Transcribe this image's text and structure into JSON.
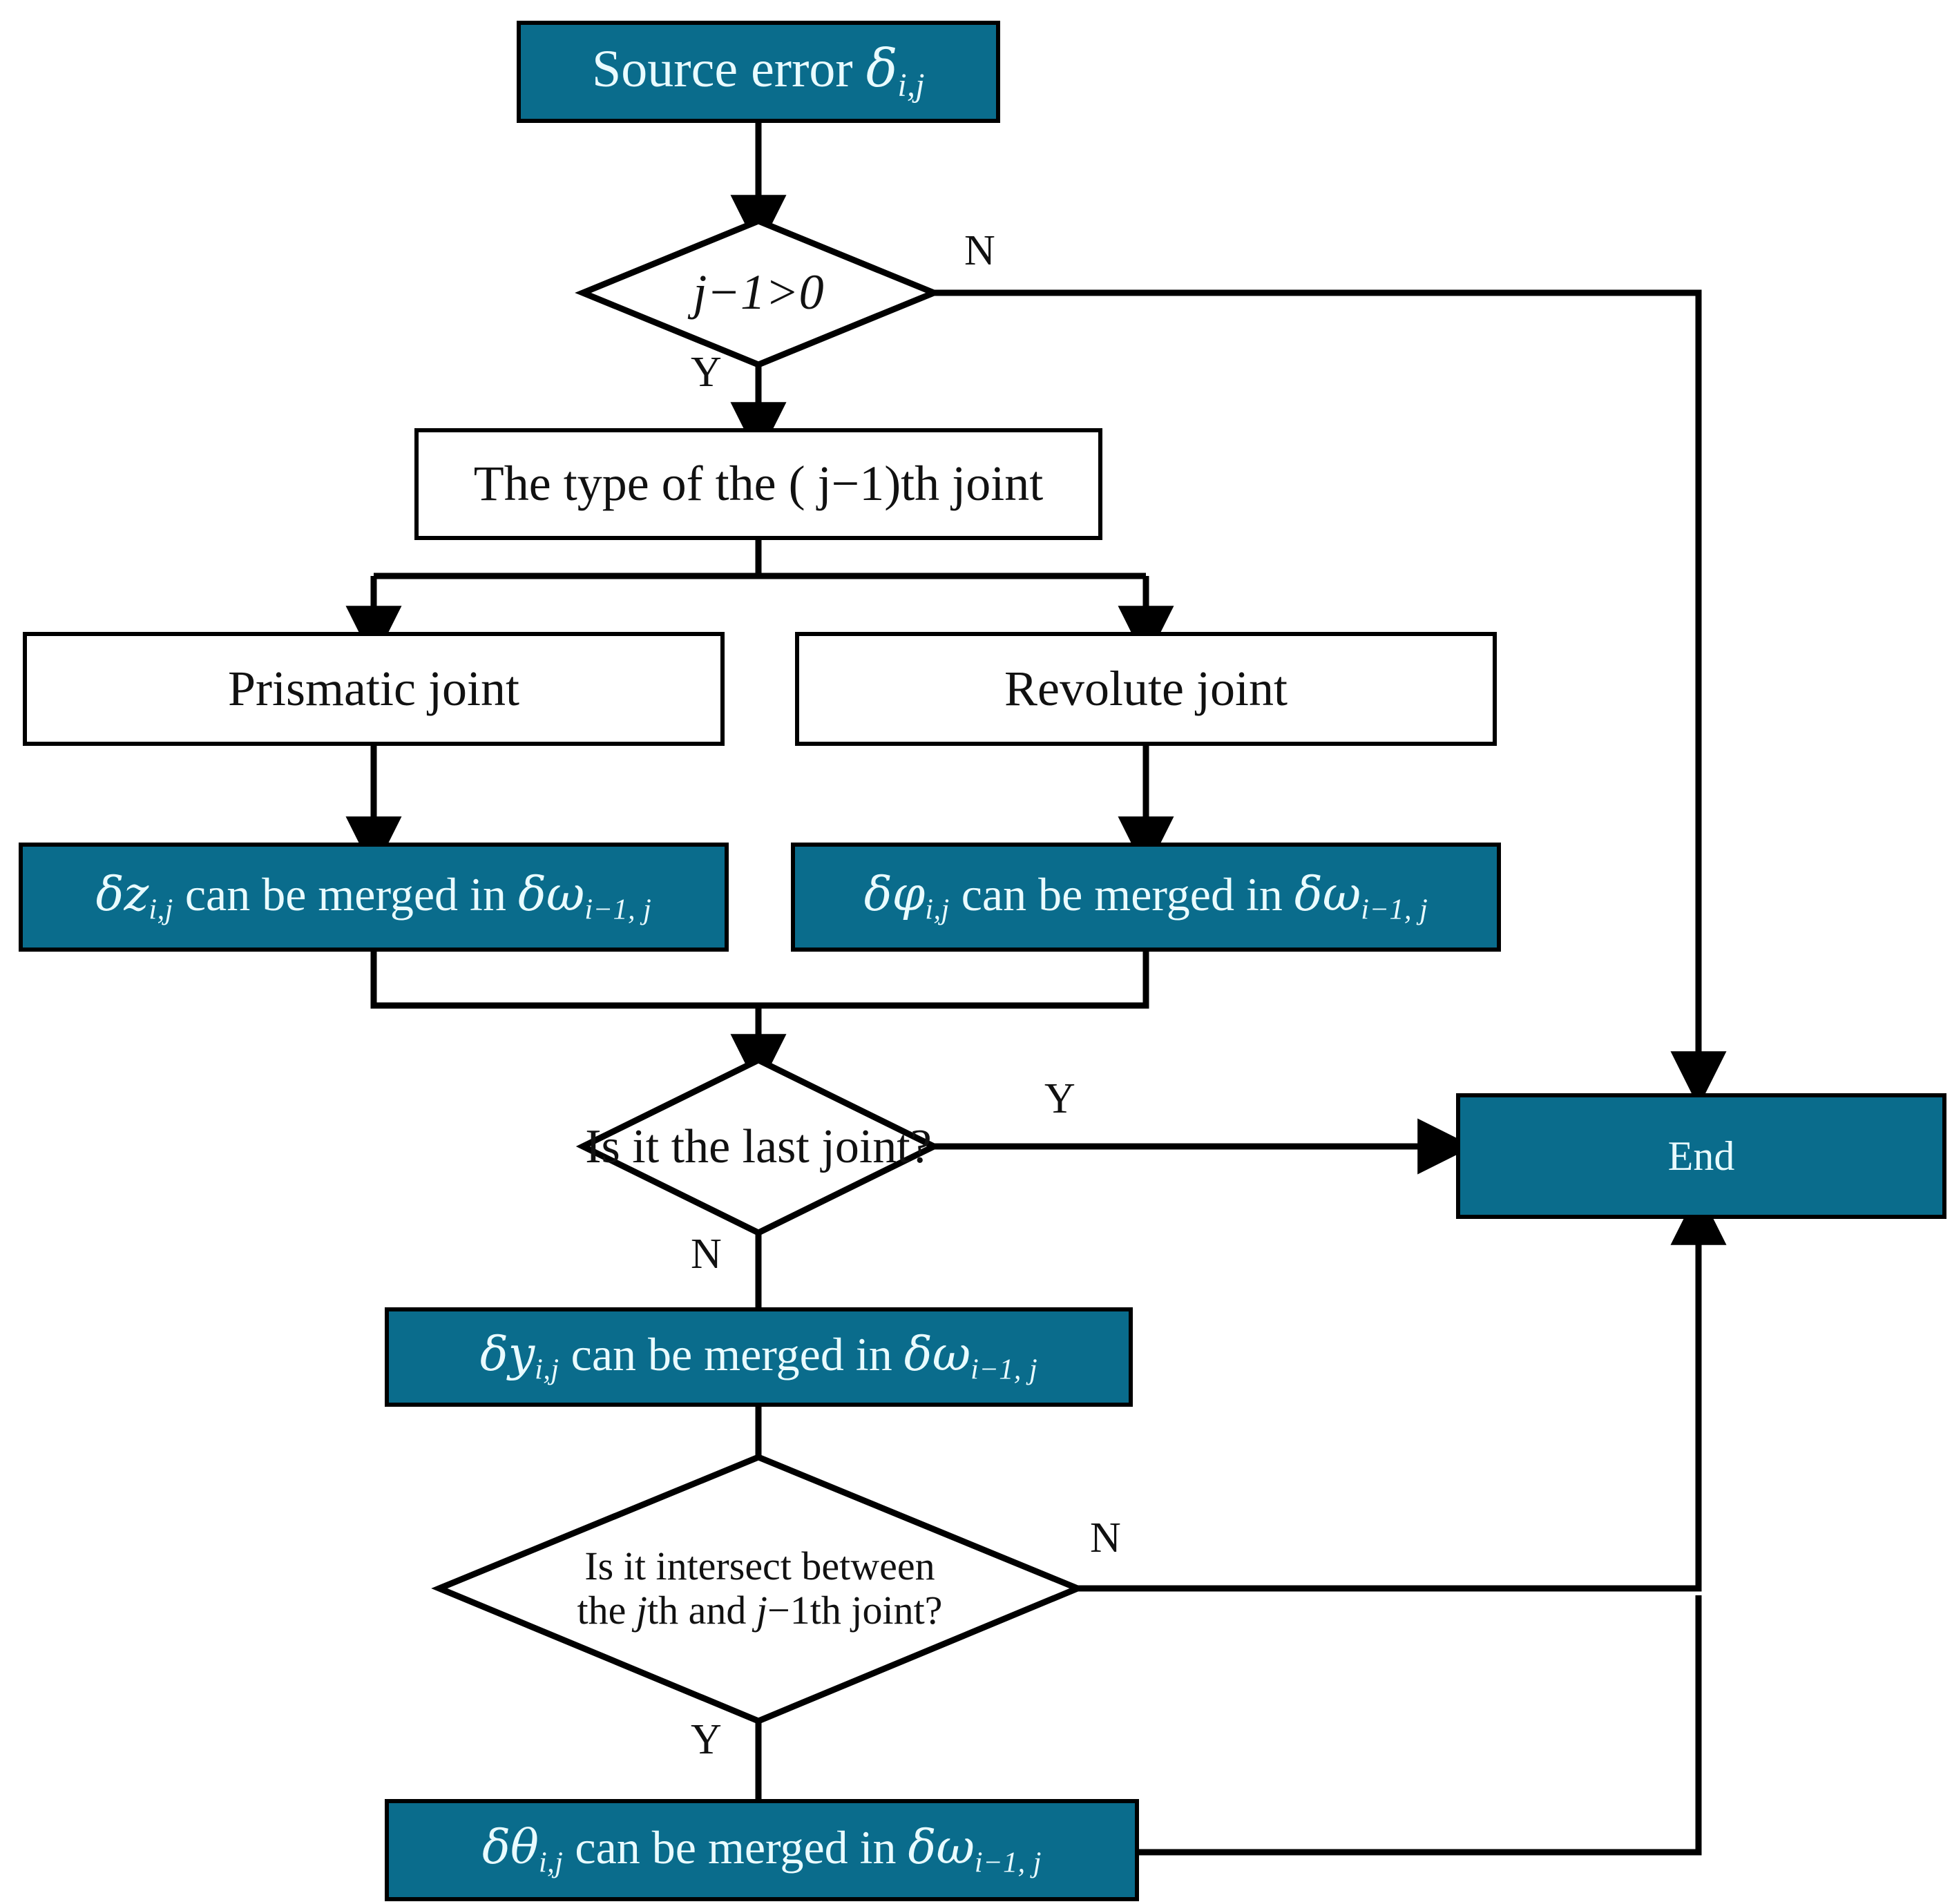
{
  "diagram": {
    "title": "Source error merging decision flowchart",
    "colors": {
      "teal_fill": "#0a6c8c",
      "teal_text": "#e9fbff",
      "plain_fill": "#ffffff",
      "stroke": "#000000"
    }
  },
  "nodes": {
    "source_error": {
      "kind": "terminator",
      "style": "teal",
      "text": "Source error δi,j",
      "text_main": "Source error ",
      "symbol": "δ",
      "subscript": "i,j"
    },
    "decision_j_minus_1": {
      "kind": "decision",
      "style": "plain",
      "text": "j−1>0"
    },
    "joint_type": {
      "kind": "process",
      "style": "plain",
      "text": "The type of the ( j−1)th joint"
    },
    "prismatic_joint": {
      "kind": "process",
      "style": "plain",
      "text": "Prismatic joint"
    },
    "revolute_joint": {
      "kind": "process",
      "style": "plain",
      "text": "Revolute joint"
    },
    "merge_dz": {
      "kind": "process",
      "style": "teal",
      "text": "δzi,j can be merged in  δωi−1,j",
      "symbol": "δz",
      "sub1": "i,j",
      "middle": " can be merged in  ",
      "symbol2": "δω",
      "sub2": "i−1, j"
    },
    "merge_dphi": {
      "kind": "process",
      "style": "teal",
      "text": "δφi,j can be merged in  δωi−1,j",
      "symbol": "δφ",
      "sub1": "i,j",
      "middle": " can be merged in  ",
      "symbol2": "δω",
      "sub2": "i−1, j"
    },
    "decision_last_joint": {
      "kind": "decision",
      "style": "plain",
      "text": "Is it the last joint?"
    },
    "merge_dy": {
      "kind": "process",
      "style": "teal",
      "text": "δyi,j can be merged in  δωi−1,j",
      "symbol": "δy",
      "sub1": "i,j",
      "middle": " can be merged in  ",
      "symbol2": "δω",
      "sub2": "i−1, j"
    },
    "decision_intersect": {
      "kind": "decision",
      "style": "plain",
      "text": "Is it intersect between the jth and j−1th joint?",
      "line1": "Is it intersect between",
      "line2_a": "the ",
      "line2_j1": "j",
      "line2_b": "th and ",
      "line2_j2": "j",
      "line2_c": "−1th joint?"
    },
    "merge_dtheta": {
      "kind": "process",
      "style": "teal",
      "text": "δθi,j can be merged in  δωi−1,j",
      "symbol": "δθ",
      "sub1": "i,j",
      "middle": " can be merged in  ",
      "symbol2": "δω",
      "sub2": "i−1, j"
    },
    "end": {
      "kind": "terminator",
      "style": "teal",
      "text": "End"
    }
  },
  "edge_labels": {
    "d1_no": "N",
    "d1_yes": "Y",
    "d2_yes": "Y",
    "d2_no": "N",
    "d3_no": "N",
    "d3_yes": "Y"
  }
}
